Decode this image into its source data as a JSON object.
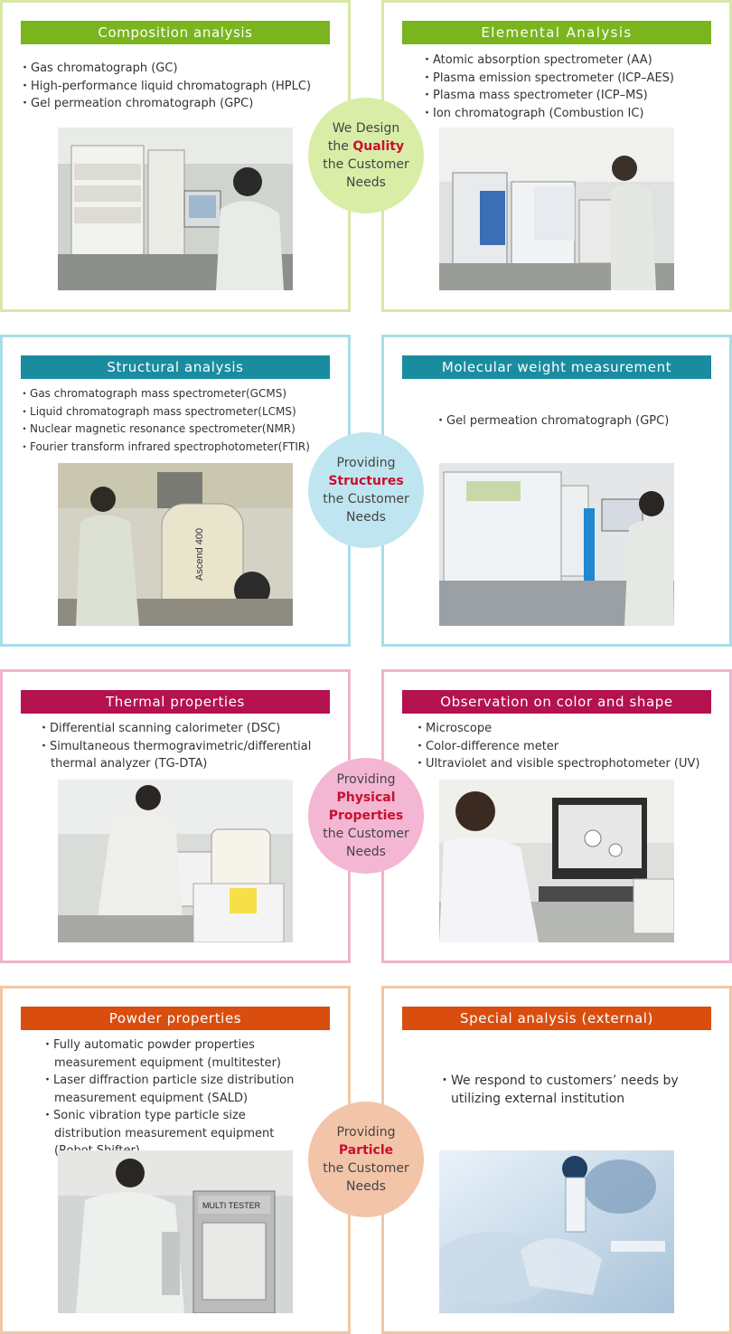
{
  "theme": {
    "green": "#7ab51d",
    "green_border": "#d8e8a6",
    "green_circle": "#d9eda7",
    "teal": "#1a8ca0",
    "teal_border": "#a9dde8",
    "teal_circle": "#bfe6f0",
    "magenta": "#b3124f",
    "magenta_border": "#efb3cf",
    "magenta_circle": "#f3b6d3",
    "orange": "#d94e0f",
    "orange_border": "#f0c7a6",
    "orange_circle": "#f3c5a8",
    "accent_text": "#c8102e"
  },
  "rows": [
    {
      "left": {
        "title": "Composition analysis",
        "items": [
          "Gas chromatograph (GC)",
          "High‐performance liquid chromatograph (HPLC)",
          "Gel permeation chromatograph (GPC)"
        ]
      },
      "right": {
        "title": "Elemental Analysis",
        "items": [
          "Atomic absorption spectrometer (AA)",
          "Plasma emission spectrometer (ICP–AES)",
          "Plasma mass spectrometer (ICP–MS)",
          "Ion chromatograph (Combustion IC)"
        ]
      },
      "circle": {
        "line1": "We Design",
        "pre": "the",
        "keyword": "Quality",
        "line3": "the Customer",
        "line4": "Needs"
      }
    },
    {
      "left": {
        "title": "Structural analysis",
        "items": [
          "Gas chromatograph mass spectrometer(GCMS)",
          "Liquid chromatograph mass spectrometer(LCMS)",
          "Nuclear magnetic resonance spectrometer(NMR)",
          "Fourier transform infrared spectrophotometer(FTIR)"
        ]
      },
      "right": {
        "title": "Molecular weight measurement",
        "items": [
          "Gel permeation chromatograph (GPC)"
        ]
      },
      "circle": {
        "line1": "Providing",
        "keyword": "Structures",
        "line3": "the Customer",
        "line4": "Needs"
      }
    },
    {
      "left": {
        "title": "Thermal properties",
        "items": [
          "Differential scanning calorimeter (DSC)",
          "Simultaneous thermogravimetric/differential thermal analyzer (TG‐DTA)"
        ]
      },
      "right": {
        "title": "Observation on color and shape",
        "items": [
          "Microscope",
          "Color‐difference meter",
          "Ultraviolet and visible spectrophotometer (UV)"
        ]
      },
      "circle": {
        "line1": "Providing",
        "keyword": "Physical",
        "keyword2": "Properties",
        "line3": "the Customer",
        "line4": "Needs"
      }
    },
    {
      "left": {
        "title": "Powder properties",
        "items": [
          "Fully automatic powder properties measurement equipment (multitester)",
          "Laser diffraction particle size distribution measurement equipment (SALD)",
          "Sonic vibration type particle size distribution measurement equipment (Robot Shifter)"
        ]
      },
      "right": {
        "title": "Special analysis (external)",
        "items": [
          "We respond to customers’ needs by utilizing external institution"
        ]
      },
      "circle": {
        "line1": "Providing",
        "keyword": "Particle",
        "line3": "the Customer",
        "line4": "Needs"
      }
    }
  ],
  "photo_labels": {
    "ascend": "Ascend 400",
    "multitester": "MULTI TESTER"
  }
}
